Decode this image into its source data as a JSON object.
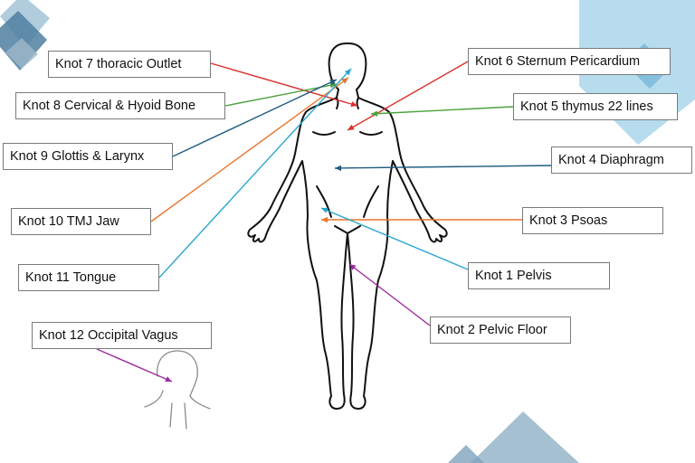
{
  "diagram": {
    "colors": {
      "red": "#d9312b",
      "green": "#4aa33a",
      "navy": "#1f5c80",
      "orange": "#e8762d",
      "cyan": "#2aa6cf",
      "purple": "#9a2c9e",
      "decor_light": "#a9d6ea",
      "decor_dark": "#5f8eac",
      "figure_outline": "#111111"
    },
    "labels": {
      "knot1": "Knot 1 Pelvis",
      "knot2": "Knot 2 Pelvic Floor",
      "knot3": "Knot 3 Psoas",
      "knot4": "Knot 4 Diaphragm",
      "knot5": "Knot 5 thymus 22 lines",
      "knot6": "Knot 6 Sternum Pericardium",
      "knot7": "Knot 7 thoracic Outlet",
      "knot8": "Knot 8 Cervical & Hyoid Bone",
      "knot9": "Knot 9 Glottis & Larynx",
      "knot10": "Knot 10 TMJ Jaw",
      "knot11": "Knot 11 Tongue",
      "knot12": "Knot 12 Occipital Vagus"
    }
  }
}
